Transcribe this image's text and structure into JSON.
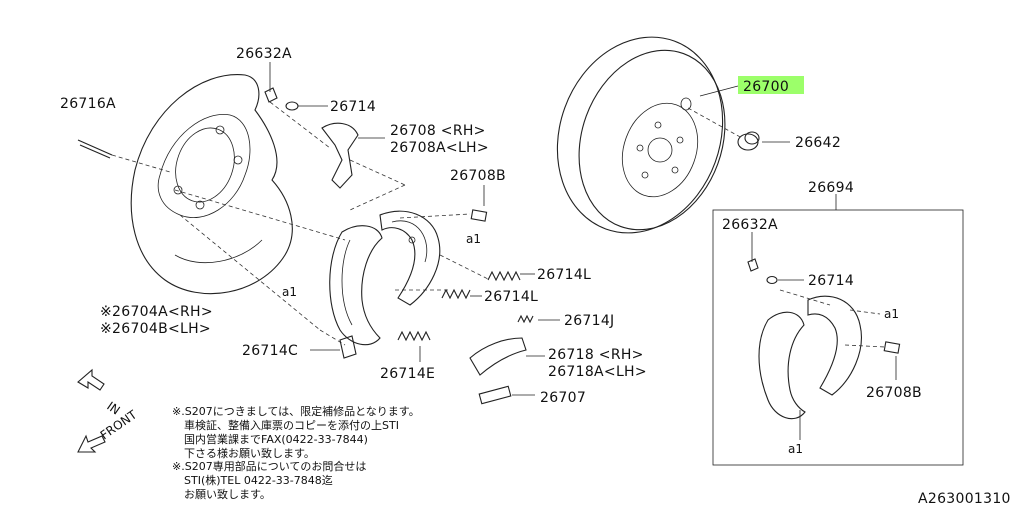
{
  "labels": {
    "p26632A_top": "26632A",
    "p26716A": "26716A",
    "p26714_top": "26714",
    "p26708_rh": "26708 <RH>",
    "p26708A_lh": "26708A<LH>",
    "p26708B_top": "26708B",
    "a1_center": "a1",
    "a1_left": "a1",
    "p26714L_1": "26714L",
    "p26714L_2": "26714L",
    "p26704A": "※26704A<RH>",
    "p26704B": "※26704B<LH>",
    "p26714C": "26714C",
    "p26714E": "26714E",
    "p26714J": "26714J",
    "p26718_rh": "26718 <RH>",
    "p26718A_lh": "26718A<LH>",
    "p26707": "26707",
    "p26700": "26700",
    "p26642": "26642",
    "p26694": "26694",
    "box_26632A": "26632A",
    "box_26714": "26714",
    "box_a1_top": "a1",
    "box_26708B": "26708B",
    "box_a1_bottom": "a1",
    "in_arrow": "IN",
    "front_arrow": "FRONT",
    "diagram_id": "A263001310"
  },
  "notes": [
    "※.S207につきましては、限定補修品となります。",
    "車検証、整備入庫票のコピーを添付の上STI",
    "国内営業課までFAX(0422-33-7844)",
    "下さる様お願い致します。",
    "※.S207専用部品についてのお問合せは",
    "STI(株)TEL 0422-33-7848迄",
    "お願い致します。"
  ],
  "highlight": {
    "part": "26700",
    "color": "#9cff6a"
  }
}
